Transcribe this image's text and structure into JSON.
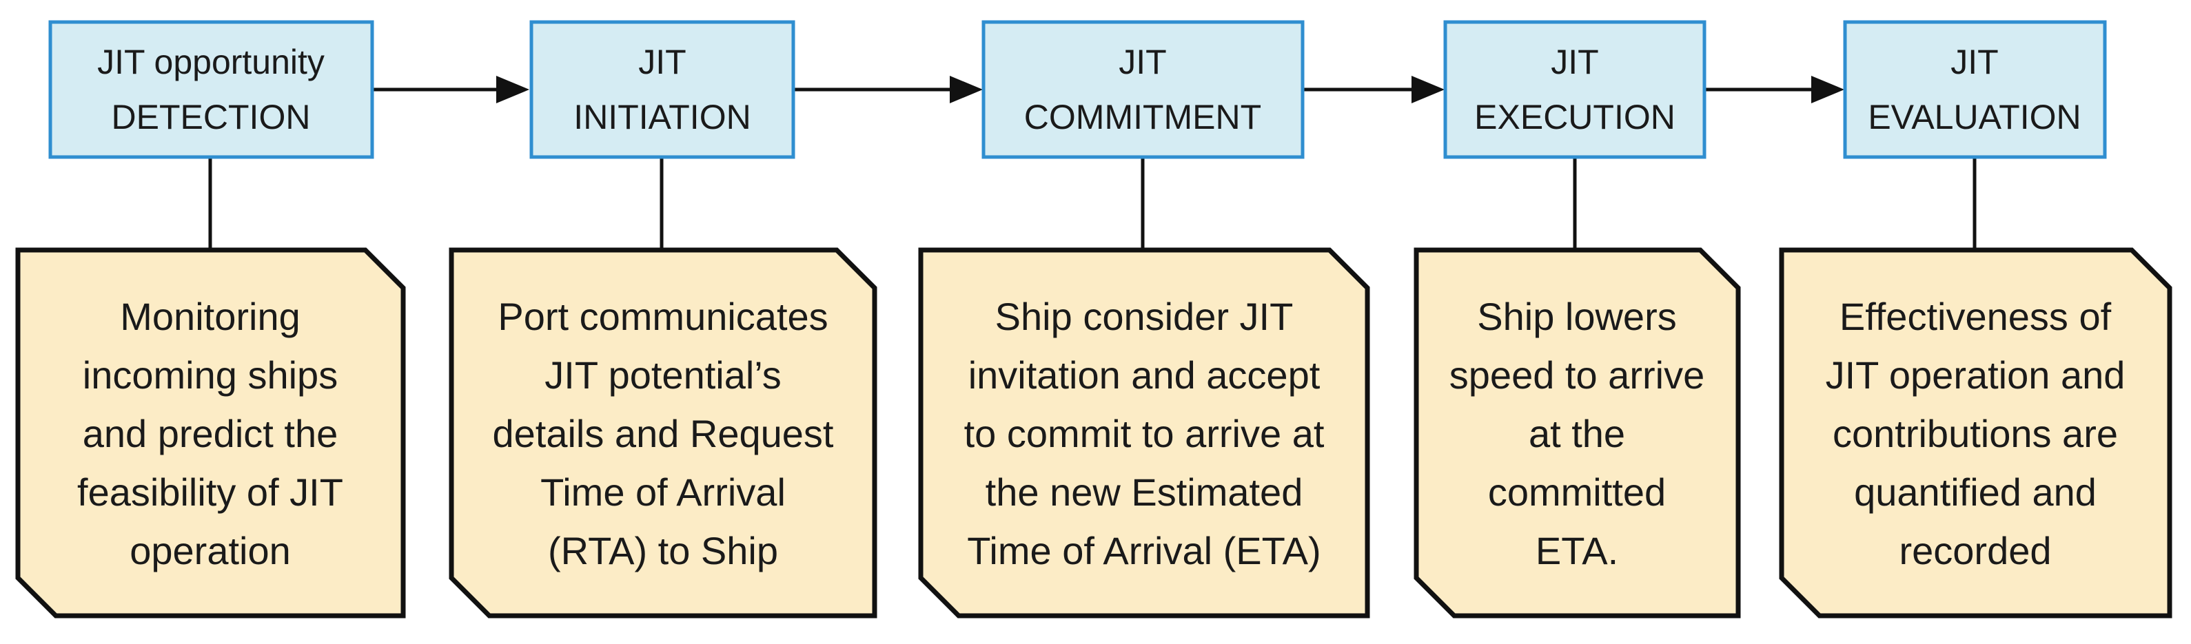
{
  "stages": [
    {
      "lines": [
        "JIT opportunity",
        "DETECTION"
      ],
      "note_lines": [
        "Monitoring",
        "incoming ships",
        "and predict the",
        "feasibility of JIT",
        "operation"
      ]
    },
    {
      "lines": [
        "JIT",
        "INITIATION"
      ],
      "note_lines": [
        "Port communicates",
        "JIT potential’s",
        "details and Request",
        "Time of Arrival",
        "(RTA) to Ship"
      ]
    },
    {
      "lines": [
        "JIT",
        "COMMITMENT"
      ],
      "note_lines": [
        "Ship consider JIT",
        "invitation and accept",
        "to commit to arrive at",
        "the new Estimated",
        "Time of Arrival (ETA)"
      ]
    },
    {
      "lines": [
        "JIT",
        "EXECUTION"
      ],
      "note_lines": [
        "Ship lowers",
        "speed to arrive",
        "at the",
        "committed",
        "ETA."
      ]
    },
    {
      "lines": [
        "JIT",
        "EVALUATION"
      ],
      "note_lines": [
        "Effectiveness of",
        "JIT operation and",
        "contributions are",
        "quantified and",
        "recorded"
      ]
    }
  ],
  "colors": {
    "stage_fill": "#d5ecf3",
    "stage_border": "#2f8ed0",
    "note_fill": "#fcecc6",
    "note_border": "#111111",
    "arrow": "#111111"
  }
}
